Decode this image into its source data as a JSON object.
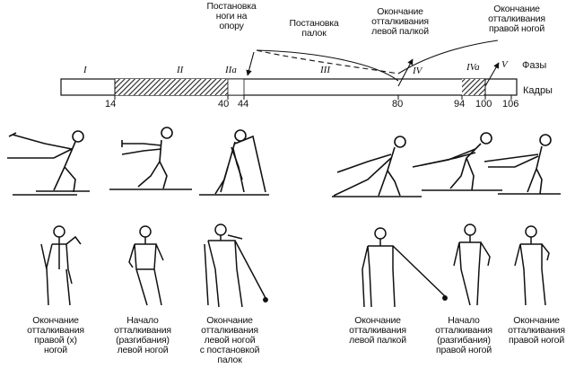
{
  "events": [
    {
      "id": "foot-placement",
      "text": "Постановка\nноги на\nопору"
    },
    {
      "id": "pole-placement",
      "text": "Постановка\nпалок"
    },
    {
      "id": "end-left-pole",
      "text": "Окончание\nотталкивания\nлевой палкой"
    },
    {
      "id": "end-right-leg",
      "text": "Окончание\nотталкивания\nправой ногой"
    }
  ],
  "side_labels": {
    "phases": "Фазы",
    "frames": "Кадры"
  },
  "phases": [
    "I",
    "II",
    "IIa",
    "III",
    "IV",
    "IVa",
    "V"
  ],
  "frames": [
    "14",
    "40",
    "44",
    "80",
    "94",
    "100",
    "106"
  ],
  "captions": [
    {
      "id": "cap-1",
      "text": "Окончание\nотталкивания\nправой (х)\nногой"
    },
    {
      "id": "cap-2",
      "text": "Начало\nотталкивания\n(разгибания)\nлевой ногой"
    },
    {
      "id": "cap-3",
      "text": "Окончание\nотталкивания\nлевой ногой\nс постановкой\nпалок"
    },
    {
      "id": "cap-4",
      "text": "Окончание\nотталкивания\nлевой палкой"
    },
    {
      "id": "cap-5",
      "text": "Начало\nотталкивания\n(разгибания)\nправой ногой"
    },
    {
      "id": "cap-6",
      "text": "Окончание\nотталкивания\nправой ногой"
    }
  ]
}
